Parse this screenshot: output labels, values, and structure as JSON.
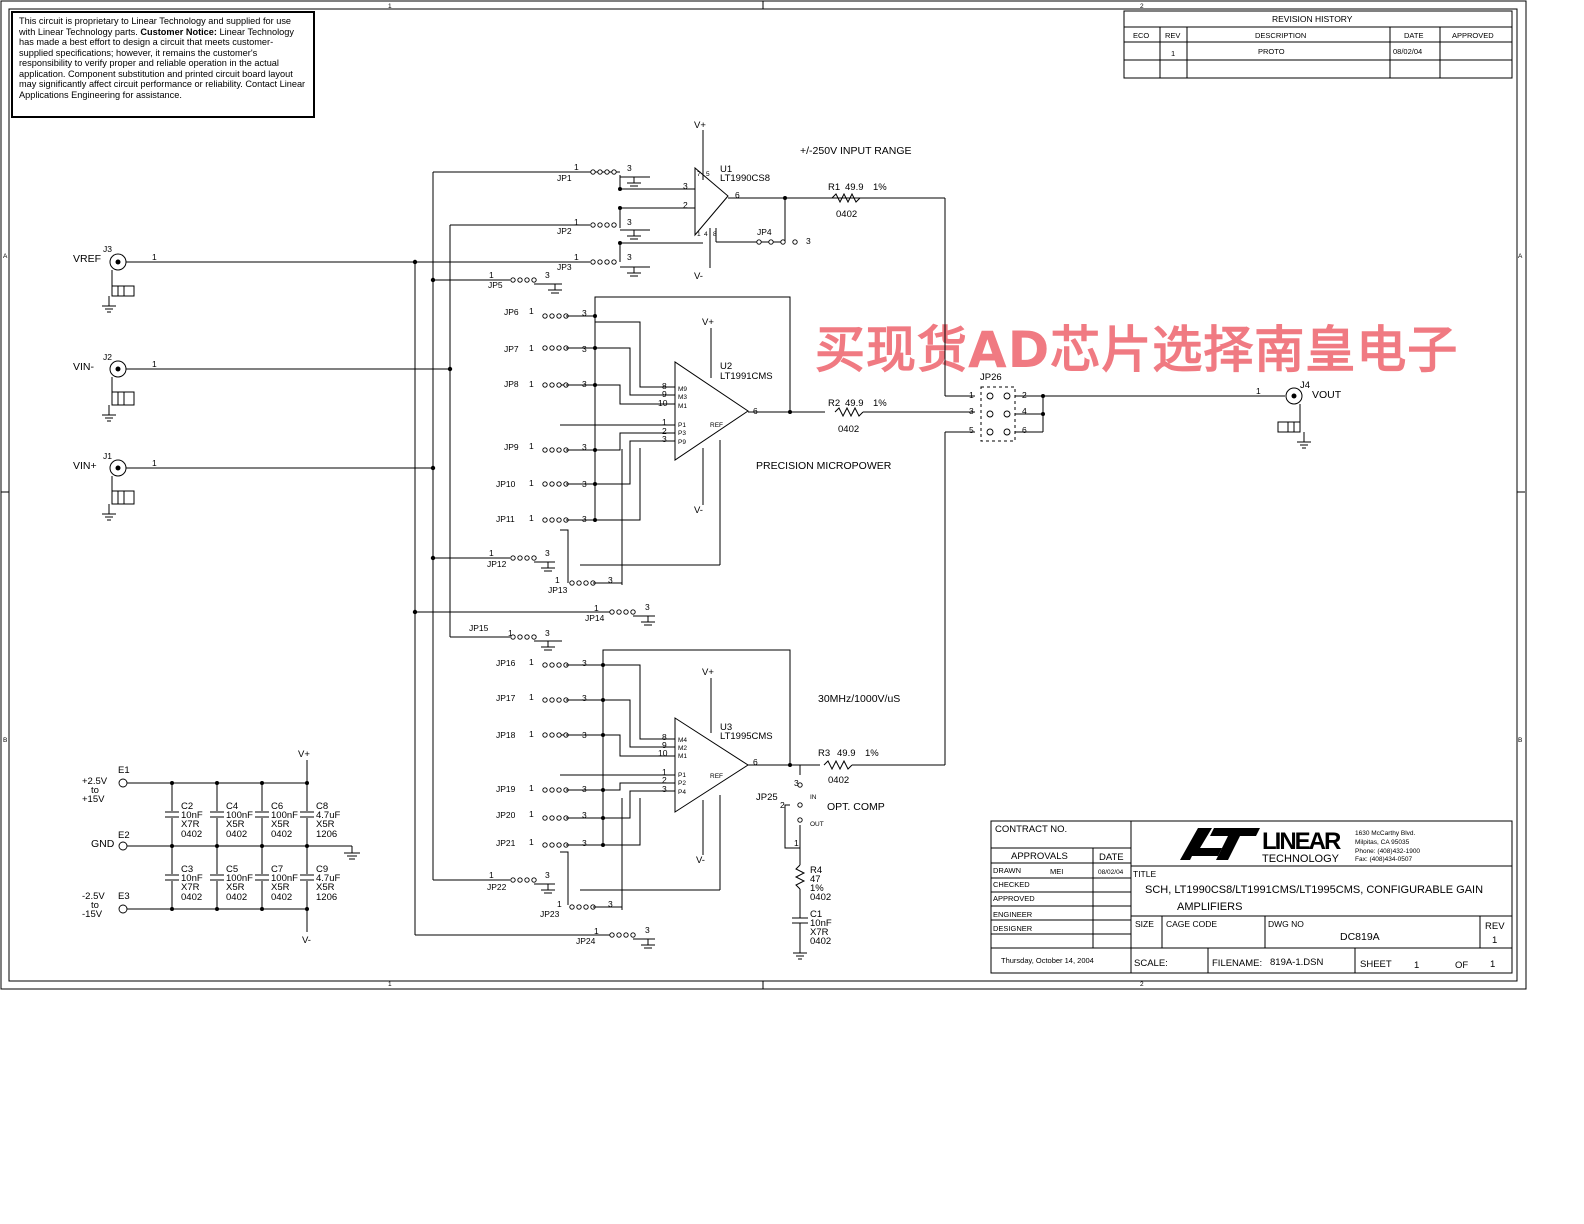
{
  "notice": {
    "line1": "This circuit is proprietary to Linear Technology and supplied for use with Linear Technology parts.",
    "heading": "Customer Notice:",
    "body": "Linear Technology has made a best effort to design a circuit that meets customer-supplied specifications; however, it remains the customer's responsibility to verify proper and reliable operation in the actual application. Component substitution and printed circuit board layout may significantly affect circuit performance or reliability. Contact Linear Applications Engineering for assistance."
  },
  "watermark": "买现货AD芯片选择南皇电子",
  "revision": {
    "title": "REVISION HISTORY",
    "headers": [
      "ECO",
      "REV",
      "DESCRIPTION",
      "DATE",
      "APPROVED"
    ],
    "row": {
      "eco": "",
      "rev": "1",
      "description": "PROTO",
      "date": "08/02/04",
      "approved": ""
    }
  },
  "zones": {
    "top1": "1",
    "top2": "2",
    "left_a": "A",
    "left_b": "B",
    "bottom1": "1",
    "bottom2": "2"
  },
  "connectors": {
    "vref": "VREF",
    "j3": "J3",
    "vin_minus": "VIN-",
    "j2": "J2",
    "vin_plus": "VIN+",
    "j1": "J1",
    "vout": "VOUT",
    "j4": "J4"
  },
  "u1": {
    "ref": "U1",
    "part": "LT1990CS8",
    "note": "+/-250V INPUT RANGE"
  },
  "u2": {
    "ref": "U2",
    "part": "LT1991CMS",
    "note": "PRECISION MICROPOWER"
  },
  "u3": {
    "ref": "U3",
    "part": "LT1995CMS",
    "note": "30MHz/1000V/uS"
  },
  "rails": {
    "vplus": "V+",
    "vminus": "V-"
  },
  "resistors": {
    "r1": {
      "ref": "R1",
      "value": "49.9",
      "tol": "1%",
      "pkg": "0402"
    },
    "r2": {
      "ref": "R2",
      "value": "49.9",
      "tol": "1%",
      "pkg": "0402"
    },
    "r3": {
      "ref": "R3",
      "value": "49.9",
      "tol": "1%",
      "pkg": "0402"
    },
    "r4": {
      "ref": "R4",
      "value": "47",
      "tol": "1%",
      "pkg": "0402"
    }
  },
  "c1": {
    "ref": "C1",
    "value": "10nF",
    "type": "X7R",
    "pkg": "0402"
  },
  "optcomp": {
    "label": "OPT. COMP",
    "in": "IN",
    "out": "OUT",
    "jp": "JP25"
  },
  "jp26": "JP26",
  "power": {
    "e1": "E1",
    "e1_label": "+2.5V",
    "e1_to": "to",
    "e1_max": "+15V",
    "e2": "E2",
    "e2_label": "GND",
    "e3": "E3",
    "e3_label": "-2.5V",
    "e3_to": "to",
    "e3_max": "-15V",
    "caps_top": [
      {
        "ref": "C2",
        "value": "10nF",
        "type": "X7R",
        "pkg": "0402"
      },
      {
        "ref": "C4",
        "value": "100nF",
        "type": "X5R",
        "pkg": "0402"
      },
      {
        "ref": "C6",
        "value": "100nF",
        "type": "X5R",
        "pkg": "0402"
      },
      {
        "ref": "C8",
        "value": "4.7uF",
        "type": "X5R",
        "pkg": "1206"
      }
    ],
    "caps_bottom": [
      {
        "ref": "C3",
        "value": "10nF",
        "type": "X7R",
        "pkg": "0402"
      },
      {
        "ref": "C5",
        "value": "100nF",
        "type": "X5R",
        "pkg": "0402"
      },
      {
        "ref": "C7",
        "value": "100nF",
        "type": "X5R",
        "pkg": "0402"
      },
      {
        "ref": "C9",
        "value": "4.7uF",
        "type": "X5R",
        "pkg": "1206"
      }
    ]
  },
  "titleblock": {
    "contract": "CONTRACT NO.",
    "approvals": "APPROVALS",
    "date_hdr": "DATE",
    "drawn": "DRAWN",
    "drawn_by": "MEI",
    "drawn_date": "08/02/04",
    "checked": "CHECKED",
    "approved": "APPROVED",
    "engineer": "ENGINEER",
    "designer": "DESIGNER",
    "logo_top": "LINEAR",
    "logo_bottom": "TECHNOLOGY",
    "address": [
      "1630 McCarthy Blvd.",
      "Milpitas, CA 95035",
      "Phone: (408)432-1900",
      "Fax: (408)434-0507"
    ],
    "title_label": "TITLE",
    "title_line1": "SCH, LT1990CS8/LT1991CMS/LT1995CMS, CONFIGURABLE GAIN",
    "title_line2": "AMPLIFIERS",
    "size": "SIZE",
    "cage": "CAGE CODE",
    "dwg": "DWG NO",
    "rev": "REV",
    "dwg_value": "DC819A",
    "rev_value": "1",
    "print_date": "Thursday, October 14, 2004",
    "scale": "SCALE:",
    "filename_label": "FILENAME:",
    "filename": "819A-1.DSN",
    "sheet": "SHEET",
    "sheet_no": "1",
    "of": "OF",
    "of_no": "1"
  }
}
